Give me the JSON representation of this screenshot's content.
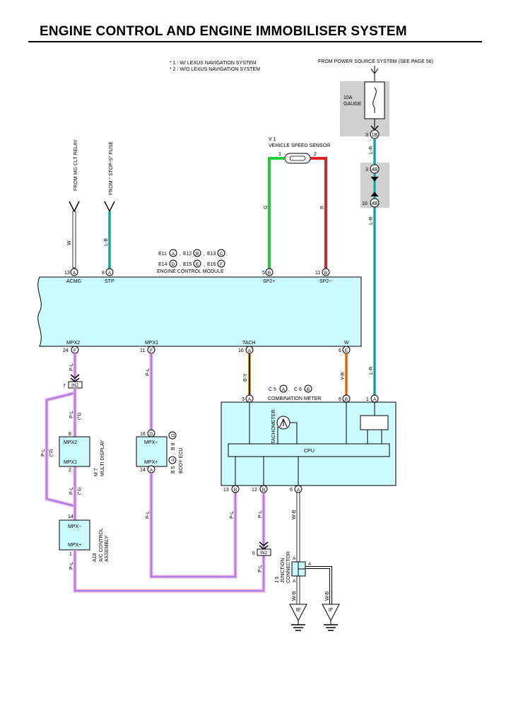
{
  "page": {
    "title": "ENGINE CONTROL AND ENGINE IMMOBILISER SYSTEM"
  },
  "notes": {
    "note1": "* 1 : W/ LEXUS NAVIGATION SYSTEM",
    "note2": "* 2 : W/O LEXUS NAVIGATION SYSTEM"
  },
  "power_source": {
    "label": "FROM POWER SOURCE SYSTEM (SEE PAGE 56)",
    "fuse_rating": "10A",
    "fuse_name": "GAUGE",
    "pin_3": "3",
    "conn_1B": "1B",
    "pin_3b": "3",
    "conn_4B_top": "4B",
    "pin_10": "10",
    "conn_4B_bottom": "4B",
    "wire_top": "L-R",
    "wire_mid": "L-R",
    "wire_low": "L-R"
  },
  "vss": {
    "code": "V 1",
    "name": "VEHICLE SPEED SENSOR",
    "pin1": "1",
    "pin2": "2",
    "wire_g": "G",
    "wire_r": "R"
  },
  "relay": {
    "label": "FROM MG CLT RELAY",
    "wire": "W",
    "pin": "13",
    "conn": "A",
    "term": "ACMG"
  },
  "stop_fuse": {
    "label": "FROM \" STOP-S\" FUSE",
    "wire": "L-B",
    "pin": "8",
    "conn": "A",
    "term": "STP"
  },
  "ecm": {
    "name": "ENGINE CONTROL MODULE",
    "conn_line1": [
      "E11",
      "A",
      "E12",
      "B",
      "E13",
      "C"
    ],
    "conn_line2": [
      "E14",
      "D",
      "E15",
      "E",
      "E16",
      "F"
    ],
    "sp2p_pin": "5",
    "sp2p_conn": "B",
    "sp2p_term": "SP2+",
    "sp2m_pin": "11",
    "sp2m_conn": "B",
    "sp2m_term": "SP2−",
    "mpx2_pin": "24",
    "mpx2_conn": "F",
    "mpx2_term": "MPX2",
    "mpx1_pin": "11",
    "mpx1_conn": "F",
    "mpx1_term": "MPX1",
    "tach_pin": "16",
    "tach_conn": "A",
    "tach_term": "TACH",
    "w_pin": "6",
    "w_conn": "E",
    "w_term": "W"
  },
  "wires": {
    "pl": "P-L",
    "by": "B-Y",
    "yr": "Y-R",
    "lr": "L-R",
    "wb": "W-B",
    "star1": "(*1)",
    "star2": "(*2)"
  },
  "junction_in2": {
    "pin_top": "7",
    "code_top": "IN2",
    "pin_bot": "6",
    "code_bot": "IN2"
  },
  "multi_display": {
    "code": "M 7",
    "name": "MULTI DISPLAY",
    "pin8": "8",
    "term_mpx2": "MPX2",
    "pin2": "2",
    "term_mpx1": "MPX1"
  },
  "ac_control": {
    "code": "A18",
    "name1": "A/C CONTROL",
    "name2": "ASSEMBLY",
    "pin14": "14",
    "term_mpxm": "MPX−",
    "pin1": "1",
    "term_mpxp": "MPX+"
  },
  "body_ecu": {
    "name": "BODY ECU",
    "code1": "B 8",
    "conn1": "D",
    "code2": "B 5",
    "conn2": "A",
    "pin16": "16",
    "pin16_conn": "D",
    "term_mpxm": "MPX−",
    "pin14": "14",
    "pin14_conn": "A",
    "term_mpxp": "MPX+"
  },
  "combination_meter": {
    "name": "COMBINATION METER",
    "conn_c5": "C 5",
    "conn_c5_letter": "A",
    "conn_c6": "C 6",
    "conn_c6_letter": "B",
    "pin3": "3",
    "pin3_conn": "A",
    "pin6b": "6",
    "pin6b_conn": "B",
    "pin1": "1",
    "pin1_conn": "A",
    "tachometer": "TACHOMETER",
    "cpu": "CPU",
    "pin13": "13",
    "pin13_conn": "B",
    "pin12": "12",
    "pin12_conn": "B",
    "pin6a": "6",
    "pin6a_conn": "A"
  },
  "junction_j5": {
    "code": "J 5",
    "name1": "JUNCTION",
    "name2": "CONNECTOR",
    "a1": "A",
    "a2": "A",
    "a3": "A"
  },
  "grounds": {
    "g1": "IE",
    "g2": "IF"
  },
  "colors": {
    "ecm_fill": "#ccfbff",
    "green": "#22cc33",
    "red": "#dd2222",
    "cyan": "#33cccc",
    "pink": "#f0a8dc",
    "purple": "#8877ee",
    "orange": "#f0a020",
    "fuse_gray": "#d0d0d0"
  }
}
